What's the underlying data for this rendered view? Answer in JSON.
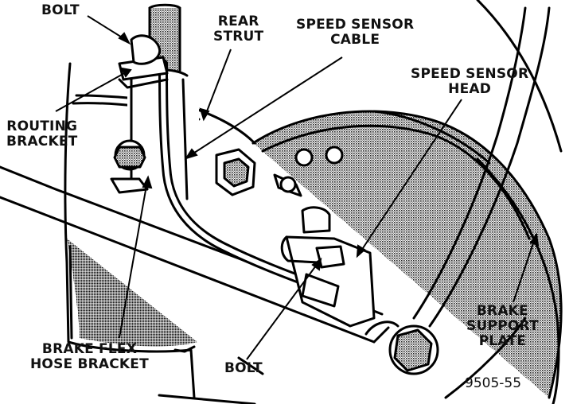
{
  "labels": {
    "bolt_top": "BOLT",
    "rear_strut": [
      "REAR",
      "STRUT"
    ],
    "speed_sensor_cable": [
      "SPEED SENSOR",
      "CABLE"
    ],
    "speed_sensor_head": [
      "SPEED SENSOR",
      "HEAD"
    ],
    "routing_bracket": [
      "ROUTING",
      "BRACKET"
    ],
    "brake_support_plate": [
      "BRAKE",
      "SUPPORT",
      "PLATE"
    ],
    "brake_flex_hose_bracket": [
      "BRAKE FLEX",
      "HOSE BRACKET"
    ],
    "bolt_bottom": "BOLT"
  },
  "figure_number": "9505-55"
}
